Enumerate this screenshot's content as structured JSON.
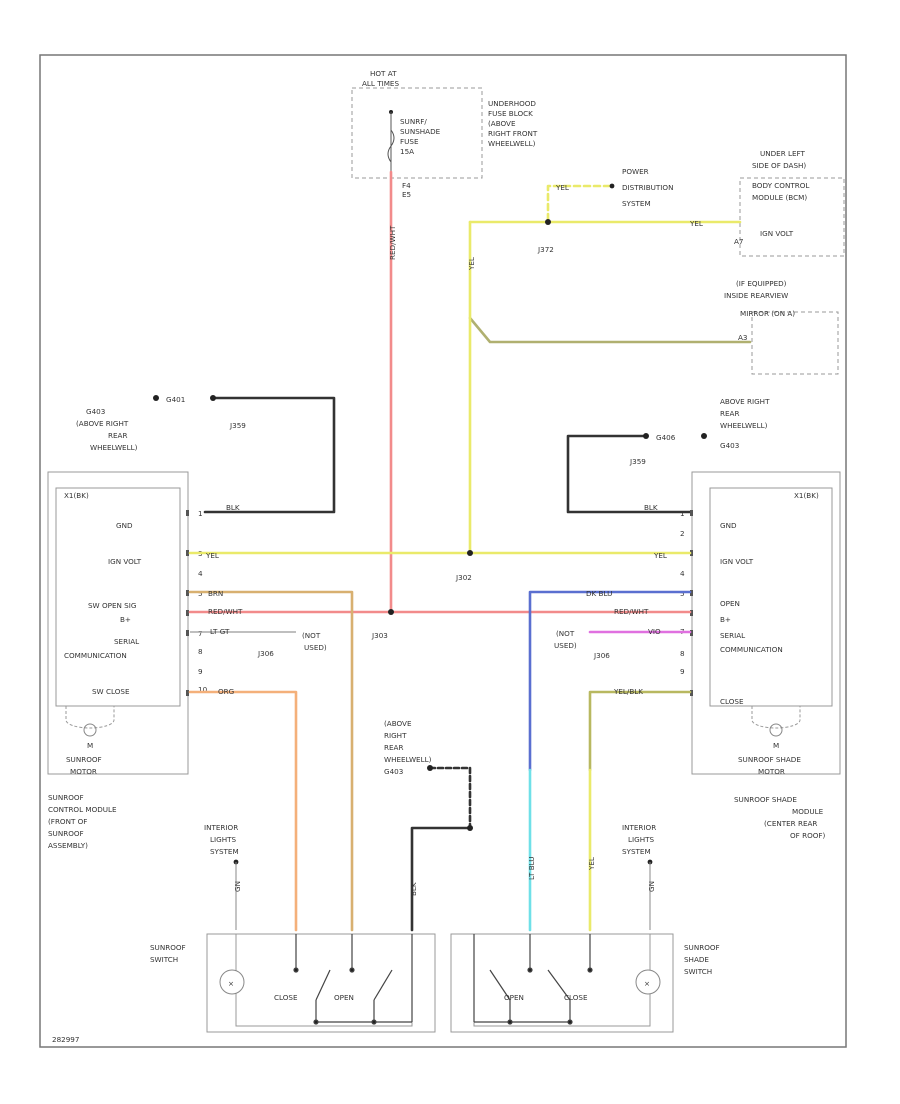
{
  "colors": {
    "red": "#f28b8b",
    "yellow": "#eaea6a",
    "black": "#333333",
    "orange": "#f4b07a",
    "tan": "#d8b070",
    "blue": "#5a6fd0",
    "cyan": "#6fe0e8",
    "violet": "#e070e0",
    "gray": "#aaaaaa",
    "olive": "#b8b860",
    "greenish": "#a0a070"
  },
  "fuse_block": {
    "hot": "HOT AT",
    "all_times": "ALL TIMES",
    "fuse1": "SUNRF/",
    "fuse2": "SUNSHADE",
    "fuse3": "FUSE",
    "fuse4": "15A",
    "location": [
      "UNDERHOOD",
      "FUSE BLOCK",
      "(ABOVE",
      "RIGHT FRONT",
      "WHEELWELL)"
    ],
    "pins": [
      "F4",
      "E5"
    ]
  },
  "power_dist": [
    "POWER",
    "DISTRIBUTION",
    "SYSTEM"
  ],
  "bcm": {
    "location": [
      "UNDER LEFT",
      "SIDE OF DASH)"
    ],
    "name": "BODY CONTROL",
    "sub": "MODULE (BCM)",
    "ign": "IGN VOLT",
    "pin": "A7"
  },
  "mirror": {
    "location": [
      "(IF EQUIPPED)",
      "INSIDE REARVIEW"
    ],
    "name": "MIRROR (ON A)",
    "pin": "A3"
  },
  "splices": {
    "j372": "J372",
    "j359_left": "J359",
    "j359_right": "J359",
    "j302": "J302",
    "j303": "J303",
    "j306": "J306"
  },
  "ground_left": {
    "id": "G401",
    "location": [
      "G403",
      "(ABOVE RIGHT",
      "REAR",
      "WHEELWELL)"
    ]
  },
  "ground_right": {
    "id": "G406",
    "location": [
      "ABOVE RIGHT",
      "REAR",
      "WHEELWELL)",
      "G403"
    ]
  },
  "ground_mid": {
    "location": [
      "(ABOVE",
      "RIGHT",
      "REAR",
      "WHEELWELL)",
      "G403"
    ]
  },
  "left_module": {
    "connector": "X1(BK)",
    "pins": [
      "GND",
      "IGN VOLT",
      "SW OPEN SIG",
      "B+",
      "SERIAL",
      "COMMUNICATION",
      "SW CLOSE"
    ],
    "motor": "M",
    "motor_label": [
      "SUNROOF",
      "MOTOR"
    ],
    "name": [
      "SUNROOF",
      "CONTROL MODULE",
      "(FRONT OF",
      "SUNROOF",
      "ASSEMBLY)"
    ],
    "pin_nums": [
      "1",
      "3",
      "4",
      "5",
      "7",
      "8",
      "9",
      "10"
    ]
  },
  "right_module": {
    "connector": "X1(BK)",
    "pins": [
      "GND",
      "IGN VOLT",
      "OPEN",
      "B+",
      "SERIAL",
      "COMMUNICATION",
      "CLOSE"
    ],
    "motor": "M",
    "motor_label": [
      "SUNROOF SHADE",
      "MOTOR"
    ],
    "name": [
      "SUNROOF SHADE",
      "MODULE",
      "(CENTER REAR",
      "OF ROOF)"
    ],
    "pin_nums": [
      "1",
      "2",
      "4",
      "5",
      "7",
      "8",
      "9"
    ]
  },
  "wires": {
    "blk": "BLK",
    "yel": "YEL",
    "brn": "BRN",
    "red_wht": "RED/WHT",
    "lt_gr": "LT GT",
    "org": "ORG",
    "dk_blu": "DK BLU",
    "violet": "VIO",
    "yel_blk": "YEL/BLK",
    "lt_blu": "LT BLU",
    "gn": "GN"
  },
  "not_used_left": [
    "(NOT",
    "USED)"
  ],
  "not_used_right": [
    "(NOT",
    "USED)"
  ],
  "lights_left": [
    "INTERIOR",
    "LIGHTS",
    "SYSTEM"
  ],
  "lights_right": [
    "INTERIOR",
    "LIGHTS",
    "SYSTEM"
  ],
  "sw_left": {
    "label": [
      "SUNROOF",
      "SWITCH"
    ],
    "close": "CLOSE",
    "open": "OPEN"
  },
  "sw_right": {
    "label": [
      "SUNROOF",
      "SHADE",
      "SWITCH"
    ],
    "open": "OPEN",
    "close": "CLOSE"
  },
  "footer_code": "282997"
}
